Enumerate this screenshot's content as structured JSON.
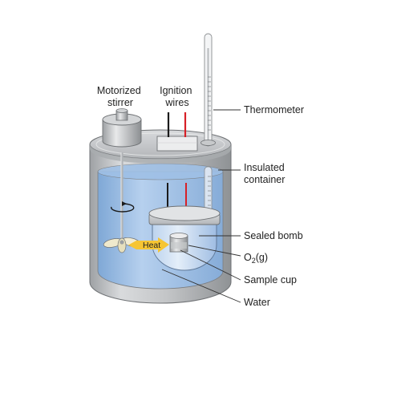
{
  "labels": {
    "motorized_stirrer": [
      "Motorized",
      "stirrer"
    ],
    "ignition_wires": [
      "Ignition",
      "wires"
    ],
    "thermometer": "Thermometer",
    "insulated_container": [
      "Insulated",
      "container"
    ],
    "sealed_bomb": "Sealed bomb",
    "oxygen": {
      "base": "O",
      "subscript": "2",
      "suffix": "(g)"
    },
    "sample_cup": "Sample cup",
    "water": "Water",
    "heat": "Heat"
  },
  "colors": {
    "water": "#a9c8ea",
    "container_gray": "#c4c6c8",
    "heat_arrow": "#f6c533",
    "wire_red": "#d72027",
    "wire_black": "#1b1b1b"
  },
  "icons": [
    "rotation-arrow-icon",
    "heat-arrow-icon"
  ]
}
